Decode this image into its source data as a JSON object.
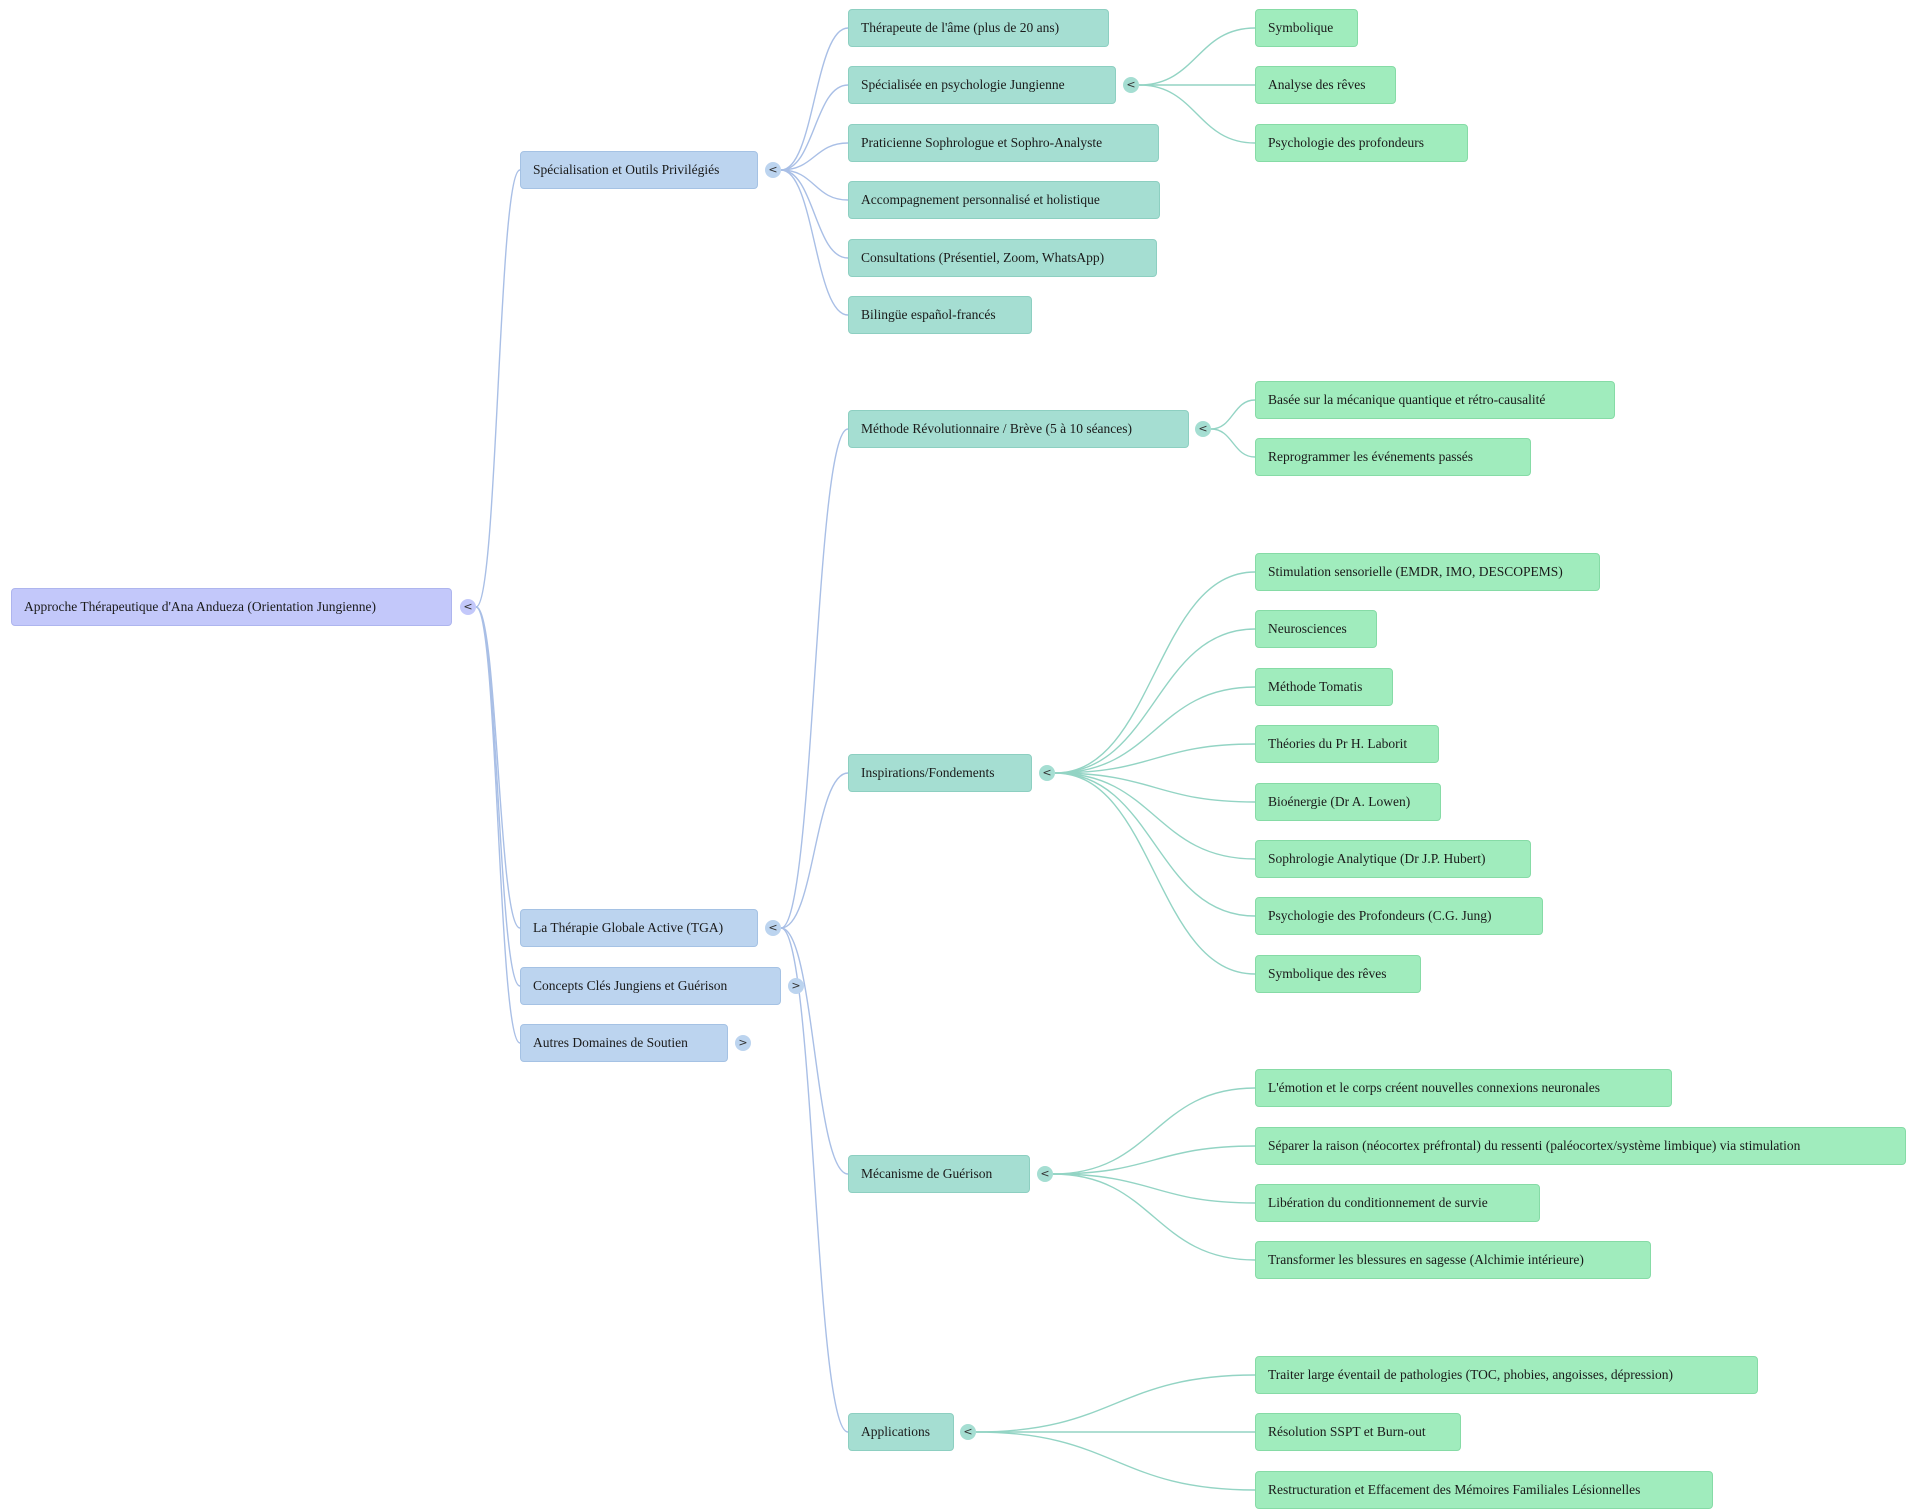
{
  "root": {
    "label": "Approche Thérapeutique d'Ana Andueza (Orientation Jungienne)",
    "toggle": "<",
    "children": [
      {
        "label": "Spécialisation et Outils Privilégiés",
        "toggle": "<",
        "children": [
          {
            "label": "Thérapeute de l'âme (plus de 20 ans)"
          },
          {
            "label": "Spécialisée en psychologie Jungienne",
            "toggle": "<",
            "children": [
              {
                "label": "Symbolique"
              },
              {
                "label": "Analyse des rêves"
              },
              {
                "label": "Psychologie des profondeurs"
              }
            ]
          },
          {
            "label": "Praticienne Sophrologue et Sophro-Analyste"
          },
          {
            "label": "Accompagnement personnalisé et holistique"
          },
          {
            "label": "Consultations (Présentiel, Zoom, WhatsApp)"
          },
          {
            "label": "Bilingüe español-francés"
          }
        ]
      },
      {
        "label": "La Thérapie Globale Active (TGA)",
        "toggle": "<",
        "children": [
          {
            "label": "Méthode Révolutionnaire / Brève (5 à 10 séances)",
            "toggle": "<",
            "children": [
              {
                "label": "Basée sur la mécanique quantique et rétro-causalité"
              },
              {
                "label": "Reprogrammer les événements passés"
              }
            ]
          },
          {
            "label": "Inspirations/Fondements",
            "toggle": "<",
            "children": [
              {
                "label": "Stimulation sensorielle (EMDR, IMO, DESCOPEMS)"
              },
              {
                "label": "Neurosciences"
              },
              {
                "label": "Méthode Tomatis"
              },
              {
                "label": "Théories du Pr H. Laborit"
              },
              {
                "label": "Bioénergie (Dr A. Lowen)"
              },
              {
                "label": "Sophrologie Analytique (Dr J.P. Hubert)"
              },
              {
                "label": "Psychologie des Profondeurs (C.G. Jung)"
              },
              {
                "label": "Symbolique des rêves"
              }
            ]
          },
          {
            "label": "Mécanisme de Guérison",
            "toggle": "<",
            "children": [
              {
                "label": "L'émotion et le corps créent nouvelles connexions neuronales"
              },
              {
                "label": "Séparer la raison (néocortex préfrontal) du ressenti (paléocortex/système limbique) via stimulation"
              },
              {
                "label": "Libération du conditionnement de survie"
              },
              {
                "label": "Transformer les blessures en sagesse (Alchimie intérieure)"
              }
            ]
          },
          {
            "label": "Applications",
            "toggle": "<",
            "children": [
              {
                "label": "Traiter large éventail de pathologies (TOC, phobies, angoisses, dépression)"
              },
              {
                "label": "Résolution SSPT et Burn-out"
              },
              {
                "label": "Restructuration et Effacement des Mémoires Familiales Lésionnelles"
              }
            ]
          }
        ]
      },
      {
        "label": "Concepts Clés Jungiens et Guérison",
        "toggle": ">"
      },
      {
        "label": "Autres Domaines de Soutien",
        "toggle": ">"
      }
    ]
  },
  "colors": {
    "root_fill": "#c3c8fa",
    "level1_fill": "#bcd4ef",
    "level2_fill": "#a5ded2",
    "level3_fill": "#a0ecbd",
    "link_blue": "#a9bfe6",
    "link_green": "#93d4c4"
  }
}
